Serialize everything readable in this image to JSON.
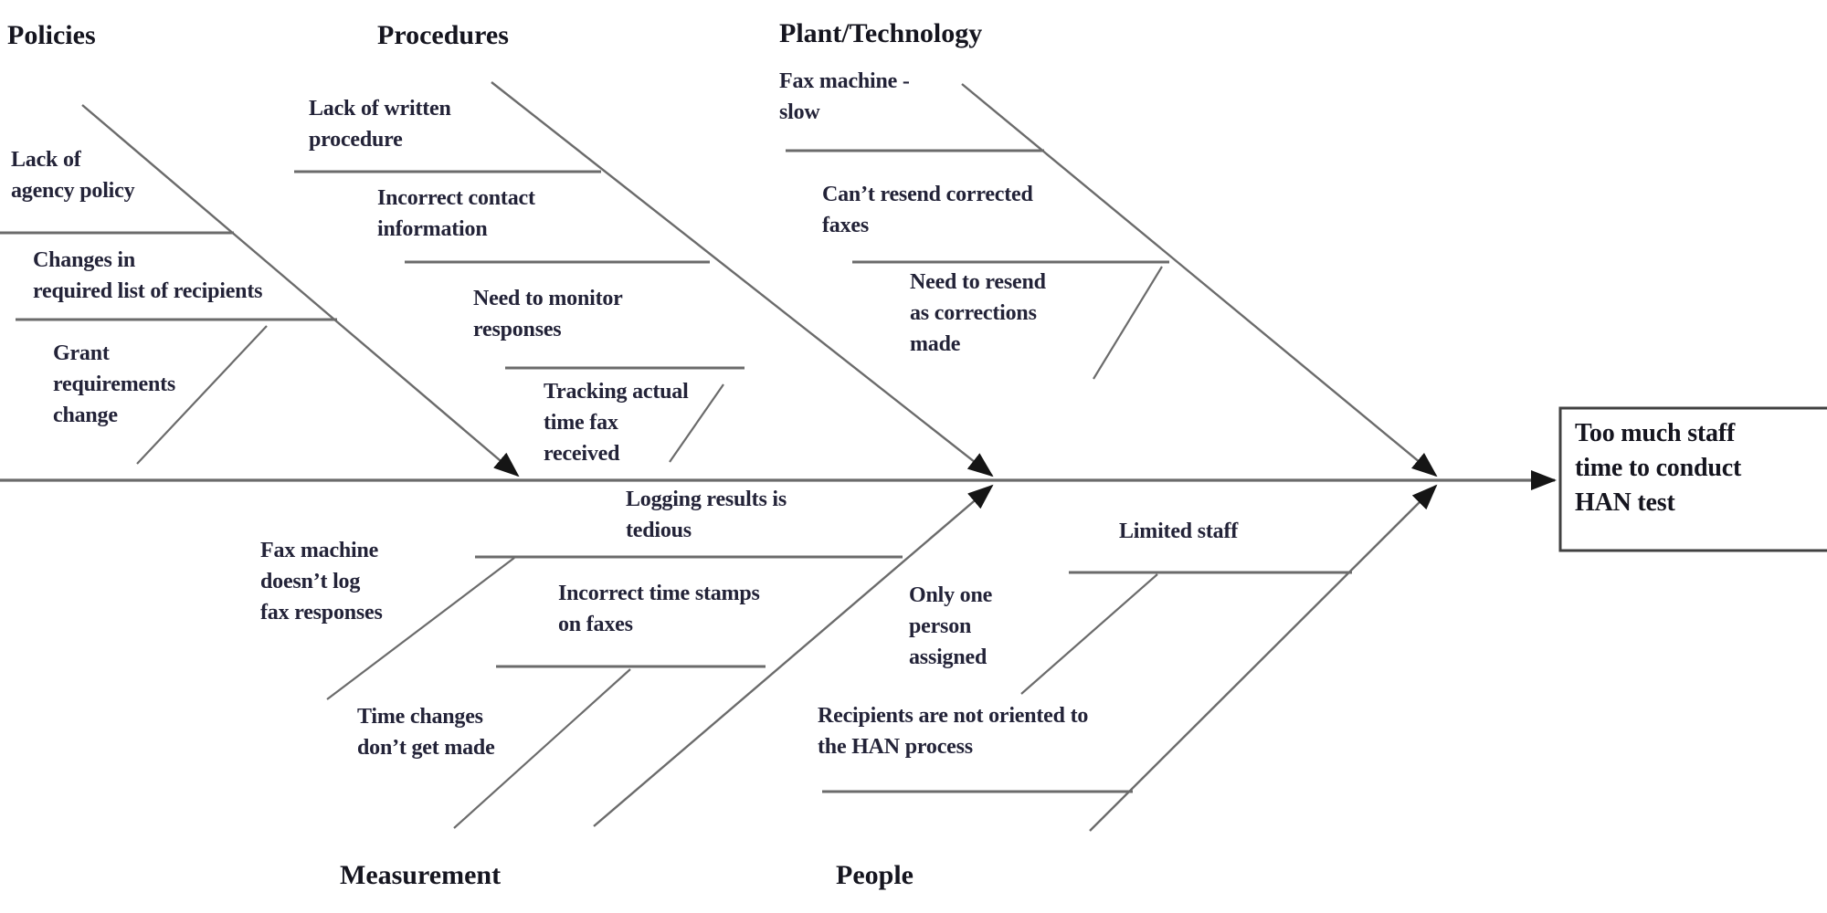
{
  "diagram_type": "fishbone-cause-effect",
  "effect": {
    "label": "Too much staff\ntime to conduct\nHAN test"
  },
  "categories": [
    {
      "name": "Policies",
      "side": "top",
      "causes": [
        {
          "text": "Lack of\nagency policy"
        },
        {
          "text": "Changes in\nrequired list of recipients"
        },
        {
          "text": "Grant\nrequirements\nchange"
        }
      ]
    },
    {
      "name": "Procedures",
      "side": "top",
      "causes": [
        {
          "text": "Lack of written\nprocedure"
        },
        {
          "text": "Incorrect contact\ninformation"
        },
        {
          "text": "Need to monitor\nresponses"
        },
        {
          "text": "Tracking actual\ntime fax\nreceived"
        }
      ]
    },
    {
      "name": "Plant/Technology",
      "side": "top",
      "causes": [
        {
          "text": "Fax machine -\nslow"
        },
        {
          "text": "Can’t resend corrected\nfaxes"
        },
        {
          "text": "Need to resend\nas corrections\nmade"
        }
      ]
    },
    {
      "name": "Measurement",
      "side": "bottom",
      "causes": [
        {
          "text": "Fax machine\ndoesn’t log\nfax responses"
        },
        {
          "text": "Logging results is\ntedious"
        },
        {
          "text": "Incorrect time stamps\non faxes"
        },
        {
          "text": "Time changes\ndon’t get made"
        }
      ]
    },
    {
      "name": "People",
      "side": "bottom",
      "causes": [
        {
          "text": "Limited staff"
        },
        {
          "text": "Only one\nperson\nassigned"
        },
        {
          "text": "Recipients are not oriented to\nthe HAN process"
        }
      ]
    }
  ],
  "colors": {
    "background": "#ffffff",
    "line": "#6b6b6b",
    "arrow": "#151515",
    "box_border": "#414141",
    "text": "#232338",
    "title": "#15151f"
  }
}
